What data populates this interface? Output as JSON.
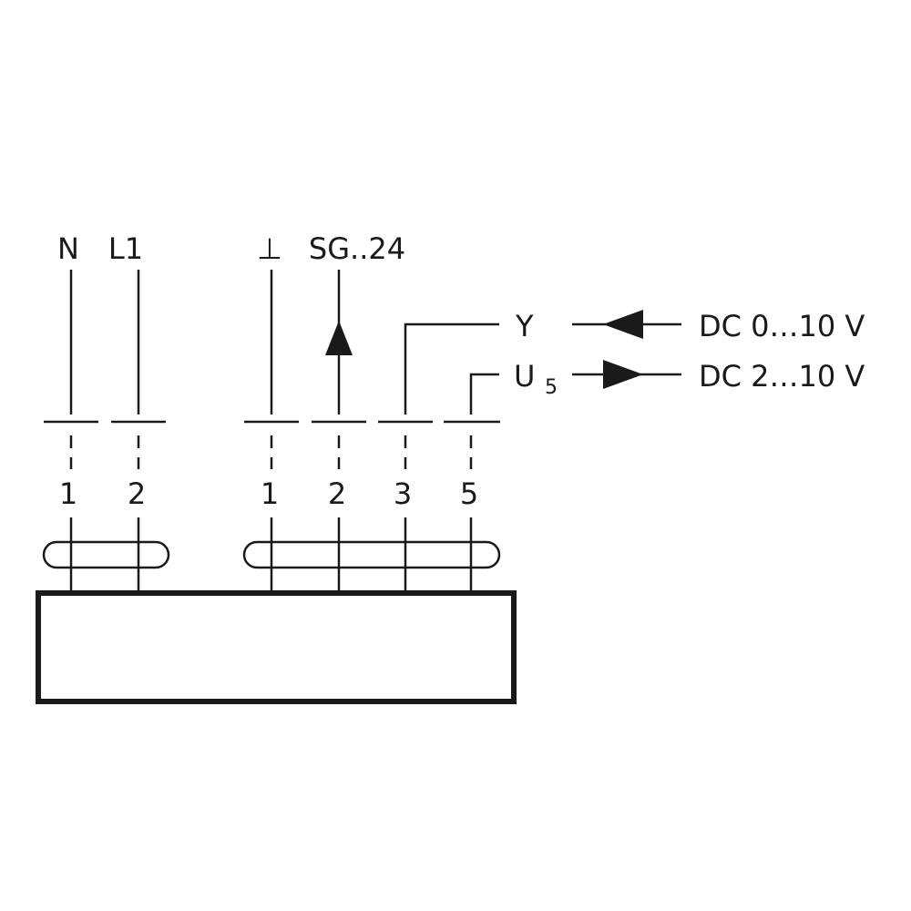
{
  "supply_labels": {
    "neutral": "N",
    "line": "L1",
    "ground": "⊥",
    "signal_supply": "SG..24"
  },
  "signal_labels": {
    "y": "Y",
    "u": "U",
    "u_subscript": "5"
  },
  "signal_ranges": {
    "y_range": "DC  0…10 V",
    "u_range": "DC  2…10 V"
  },
  "terminals": {
    "power_group": [
      "1",
      "2"
    ],
    "control_group": [
      "1",
      "2",
      "3",
      "5"
    ]
  },
  "icons": {
    "arrow_up": "arrow-up-icon",
    "arrow_left": "arrow-left-icon",
    "arrow_right": "arrow-right-icon"
  }
}
